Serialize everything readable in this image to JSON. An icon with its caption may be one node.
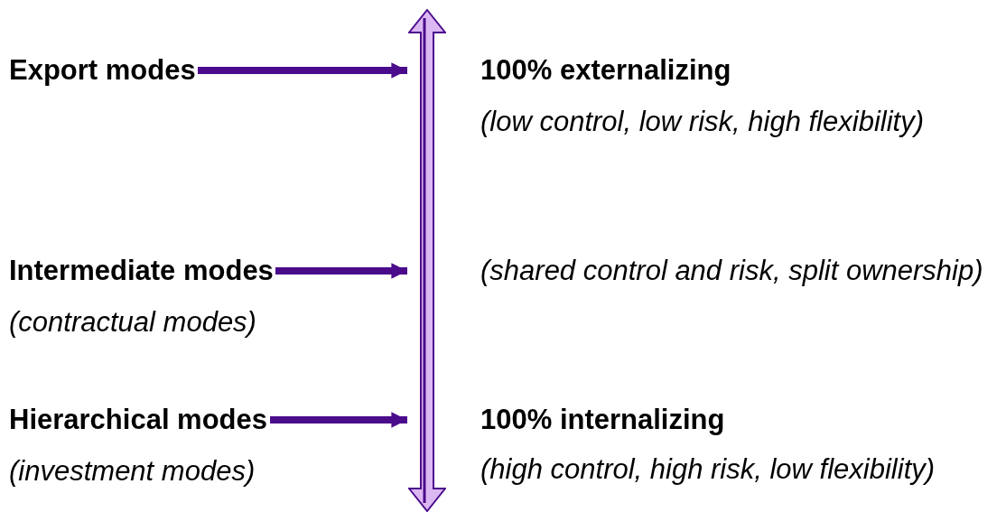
{
  "diagram": {
    "nodes": [
      {
        "text": [
          "Export modes"
        ]
      },
      {
        "text": [
          "Intermediate modes",
          "(contractual modes)"
        ]
      },
      {
        "text": [
          "Hierarchical modes",
          "(investment modes)"
        ]
      },
      {
        "text": [],
        "shape": "arrow"
      }
    ],
    "edges": [
      {
        "from": 0,
        "to": 3,
        "arrow": "to"
      },
      {
        "from": 1,
        "to": 3,
        "arrow": "to"
      },
      {
        "from": 2,
        "to": 3,
        "arrow": "to"
      }
    ],
    "labels": [
      "100% externalizing",
      "(low control, low risk, high flexibility)",
      "(shared control and risk, split ownership)",
      "100% internalizing",
      "(high control, high risk, low flexibility)"
    ]
  }
}
